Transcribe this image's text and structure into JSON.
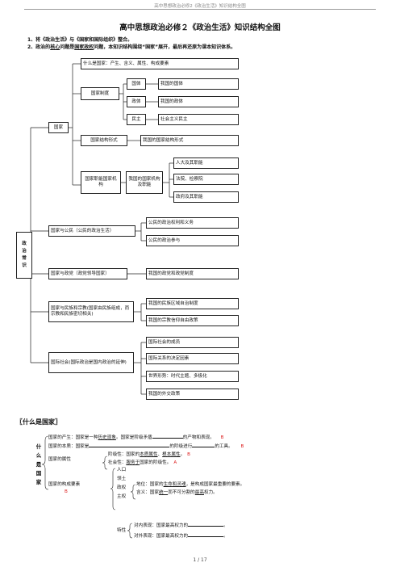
{
  "header": "高中思想政治必修2《政治生活》知识结构全图",
  "title": "高中思想政治必修２《政治生活》知识结构全图",
  "requirements": {
    "r1": "1、将《政治生活》与《国家和国际组织》整合。",
    "r2_a": "2、政治的",
    "r2_b": "核心",
    "r2_c": "问题是",
    "r2_d": "国家政权",
    "r2_e": "问题，本知识结构围绕“国家”展开，最后再还原为课本知识体系。"
  },
  "mindmap": {
    "root": "政治常识",
    "guojia": "国家",
    "what_is": "什么是国家：产生、含义、属性、构成要素",
    "zhidu": "国家制度",
    "guoti": "国体",
    "guoti_r": "我国的国体",
    "zhengti": "政体",
    "zhengti_r": "我国的政体",
    "minzhu": "民主",
    "minzhu_r": "社会主义民主",
    "jiegou": "国家结构形式",
    "jiegou_r": "我国的国家结构形式",
    "zhineng": "国家职能国家机构",
    "jigou": "我国的国家机构及职能",
    "renda": "人大及其职能",
    "fayuan": "法院、检察院",
    "zhengfu": "政府及其职能",
    "gongmin": "国家与公民（公民的政治生活）",
    "gongmin_r1": "公民的政治权利和义务",
    "gongmin_r2": "公民的政治参与",
    "zhengdang": "国家与政党（政党领导国家）",
    "zhengdang_r": "我国的政党和政党制度",
    "minzu": "国家与民族和宗教(国家由民族组成，而宗教和民族密切相关)",
    "minzu_r1": "我国的民族区域自治制度",
    "minzu_r2": "我国的宗教信仰自由政策",
    "guoji": "国际社会(国际政治是国内政治的延伸)",
    "guoji_r1": "国际社会的成员",
    "guoji_r2": "国际关系的决定因素",
    "guoji_r3": "世界形势：时代主题、多极化",
    "guoji_r4": "我国的外交政策"
  },
  "section": {
    "heading": "〖什么是国家〗",
    "side": "什么是国家",
    "chansheng_a": "国家的产生：国家是一种",
    "chansheng_u": "历史现象",
    "chansheng_b": "。国家是阶级矛盾",
    "chansheng_c": "的产物和表现。",
    "benzhi_a": "国家的本质：国家是",
    "benzhi_b": "的阶级进行",
    "benzhi_c": "的工具。",
    "shuxing": "国家的属性",
    "jiejixing_a": "阶级性：国家的",
    "jiejixing_u1": "本质属性",
    "jiejixing_b": "、",
    "jiejixing_u2": "根本属性",
    "jiejixing_c": "。",
    "shehuixing_a": "社会性：",
    "shehuixing_u": "服务于",
    "shehuixing_b": "国家的阶级性。",
    "goucheng": "国家的构成要素",
    "yaosu": [
      "人口",
      "领土",
      "政权",
      "主权"
    ],
    "diwei_a": "地位：国家的",
    "diwei_u": "生命和灵魂",
    "diwei_b": "，是构成国家最重要的要素。",
    "hanyi_a": "含义：国家",
    "hanyi_u": "统一",
    "hanyi_b": "而不可分割的",
    "hanyi_u2": "最高",
    "hanyi_c": "权力。",
    "texing": "特性",
    "duinei": "对内表现：国家最高权力的",
    "duiwai": "对外表现：国家最高权力的",
    "marks": {
      "b1": "B",
      "b2": "B",
      "b3": "B",
      "a1": "A",
      "b4": "B"
    }
  },
  "footer": "1 / 17"
}
